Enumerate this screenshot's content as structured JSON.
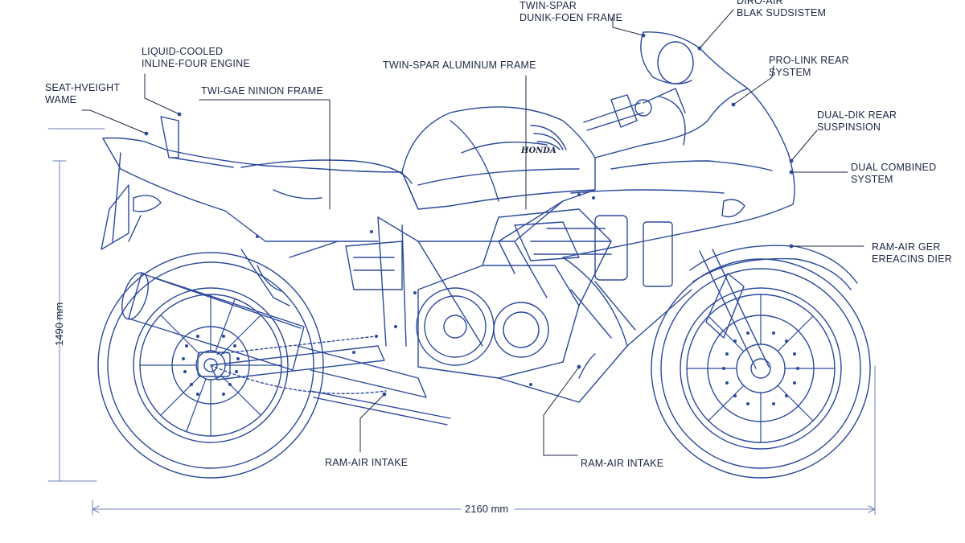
{
  "colors": {
    "ink": "#2b4a9c",
    "ink_light": "#8fa3d6",
    "text": "#1b2744",
    "paper": "#ffffff"
  },
  "brand_badge": "HONDA",
  "callouts": {
    "seat_height": [
      "SEAT-HVEIGHT",
      "WAME"
    ],
    "liquid_cooled": [
      "LIQUID-COOLED",
      "INLINE-FOUR ENGINE"
    ],
    "twin_cage": [
      "TWI-GAE NINION FRAME"
    ],
    "twin_spar_aluminum": [
      "TWIN-SPAR ALUMINUM FRAME"
    ],
    "twin_spar_top": [
      "TWIN-SPAR",
      "DUNIK-FOEN FRAME"
    ],
    "dual_air": [
      "DIRO-AIR",
      "BLAK SUDSISTEM"
    ],
    "pro_link": [
      "PRO-LINK REAR",
      "SYSTEM"
    ],
    "dual_disk": [
      "DUAL-DIK REAR",
      "SUSPINSION"
    ],
    "dual_combined": [
      "DUAL COMBINED",
      "SYSTEM"
    ],
    "ram_air_ger": [
      "RAM-AIR GER",
      "EREACINS DIER"
    ],
    "ram_air_left": [
      "RAM-AIR INTAKE"
    ],
    "ram_air_right": [
      "RAM-AIR INTAKE"
    ]
  },
  "dimensions": {
    "height": "1490 mm",
    "length": "2160 mm"
  }
}
